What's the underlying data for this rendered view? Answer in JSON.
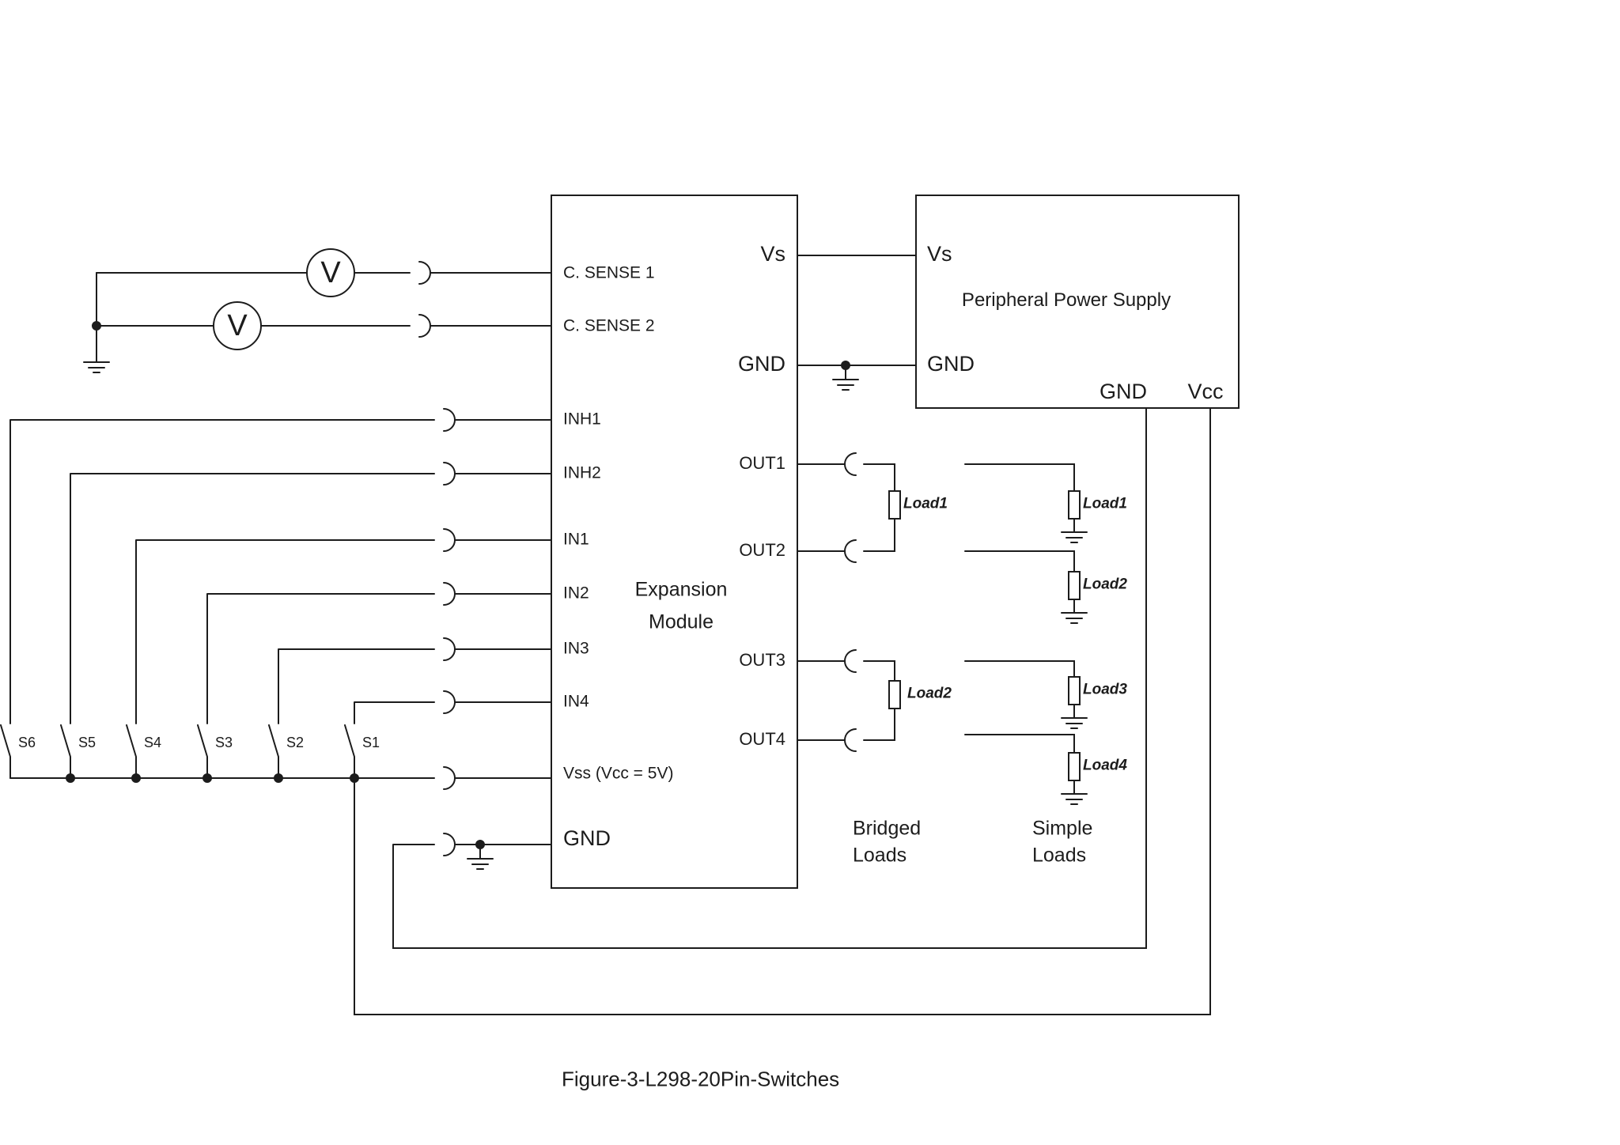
{
  "diagram": {
    "caption": "Figure-3-L298-20Pin-Switches",
    "expansion_module": {
      "title": [
        "Expansion",
        "Module"
      ],
      "left_pins": [
        "C. SENSE 1",
        "C. SENSE 2",
        "INH1",
        "INH2",
        "IN1",
        "IN2",
        "IN3",
        "IN4",
        "Vss (Vcc = 5V)",
        "GND"
      ],
      "right_pins": [
        "Vs",
        "GND",
        "OUT1",
        "OUT2",
        "OUT3",
        "OUT4"
      ]
    },
    "power_supply": {
      "title": "Peripheral Power Supply",
      "pin_vs": "Vs",
      "pin_gnd": "GND",
      "bottom_pin_gnd": "GND",
      "bottom_pin_vcc": "Vcc"
    },
    "voltmeter_symbol": "V",
    "switches": [
      "S6",
      "S5",
      "S4",
      "S3",
      "S2",
      "S1"
    ],
    "bridged_loads": {
      "label": [
        "Bridged",
        "Loads"
      ],
      "items": [
        "Load1",
        "Load2"
      ]
    },
    "simple_loads": {
      "label": [
        "Simple",
        "Loads"
      ],
      "items": [
        "Load1",
        "Load2",
        "Load3",
        "Load4"
      ]
    },
    "colors": {
      "line": "#1c1c1c",
      "background": "#ffffff"
    }
  }
}
